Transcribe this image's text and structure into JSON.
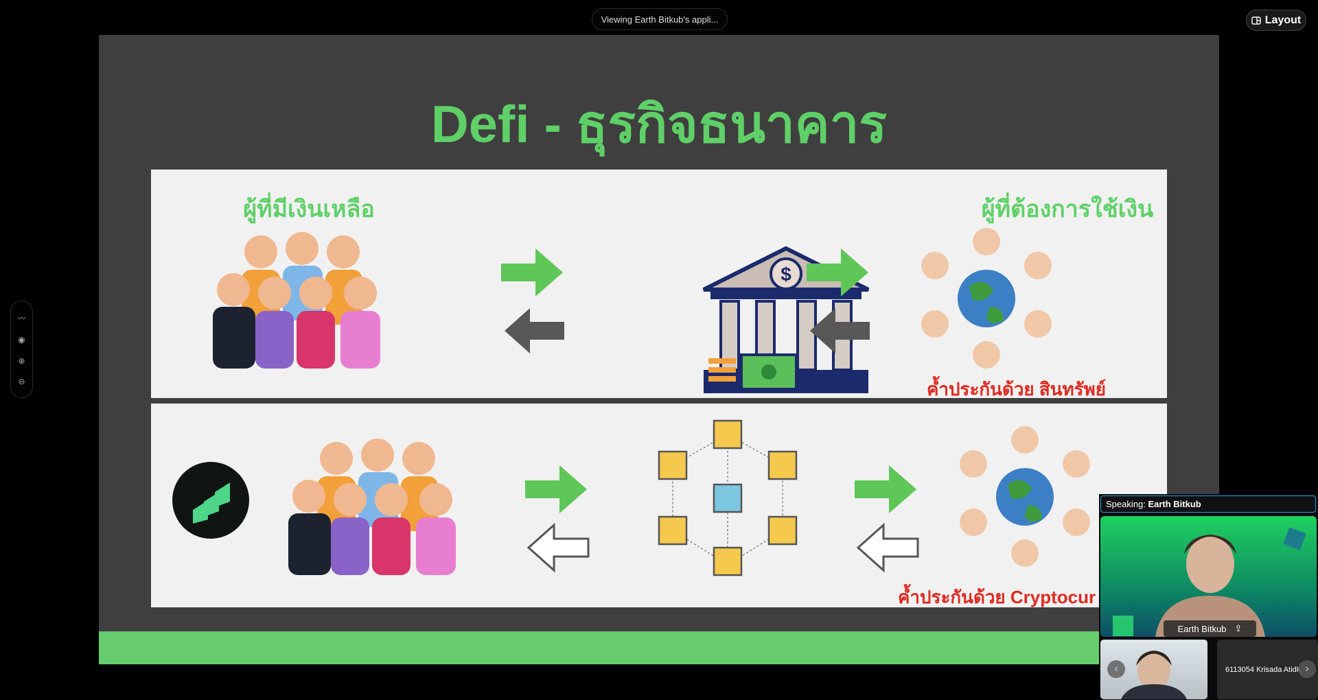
{
  "top": {
    "viewing_label": "Viewing Earth Bitkub's appli...",
    "layout_label": "Layout"
  },
  "toolbar": {
    "icons": [
      "annotate-icon",
      "spotlight-icon",
      "zoom-in-icon",
      "zoom-out-icon"
    ]
  },
  "slide": {
    "title": "Defi - ธุรกิจธนาคาร",
    "panel1": {
      "left_heading": "ผู้ที่มีเงินเหลือ",
      "right_heading": "ผู้ที่ต้องการใช้เงิน",
      "collateral": "ค้ำประกันด้วย สินทรัพย์"
    },
    "panel2": {
      "collateral": "ค้ำประกันด้วย Cryptocur"
    },
    "colors": {
      "green": "#5fd068",
      "red": "#e02a22",
      "bank": "#1b2a6b"
    }
  },
  "video": {
    "speaking_prefix": "Speaking:",
    "speaking_name": "Earth Bitkub",
    "main_name": "Earth Bitkub",
    "thumb2_name": "6113054 Krisada Atidk"
  }
}
